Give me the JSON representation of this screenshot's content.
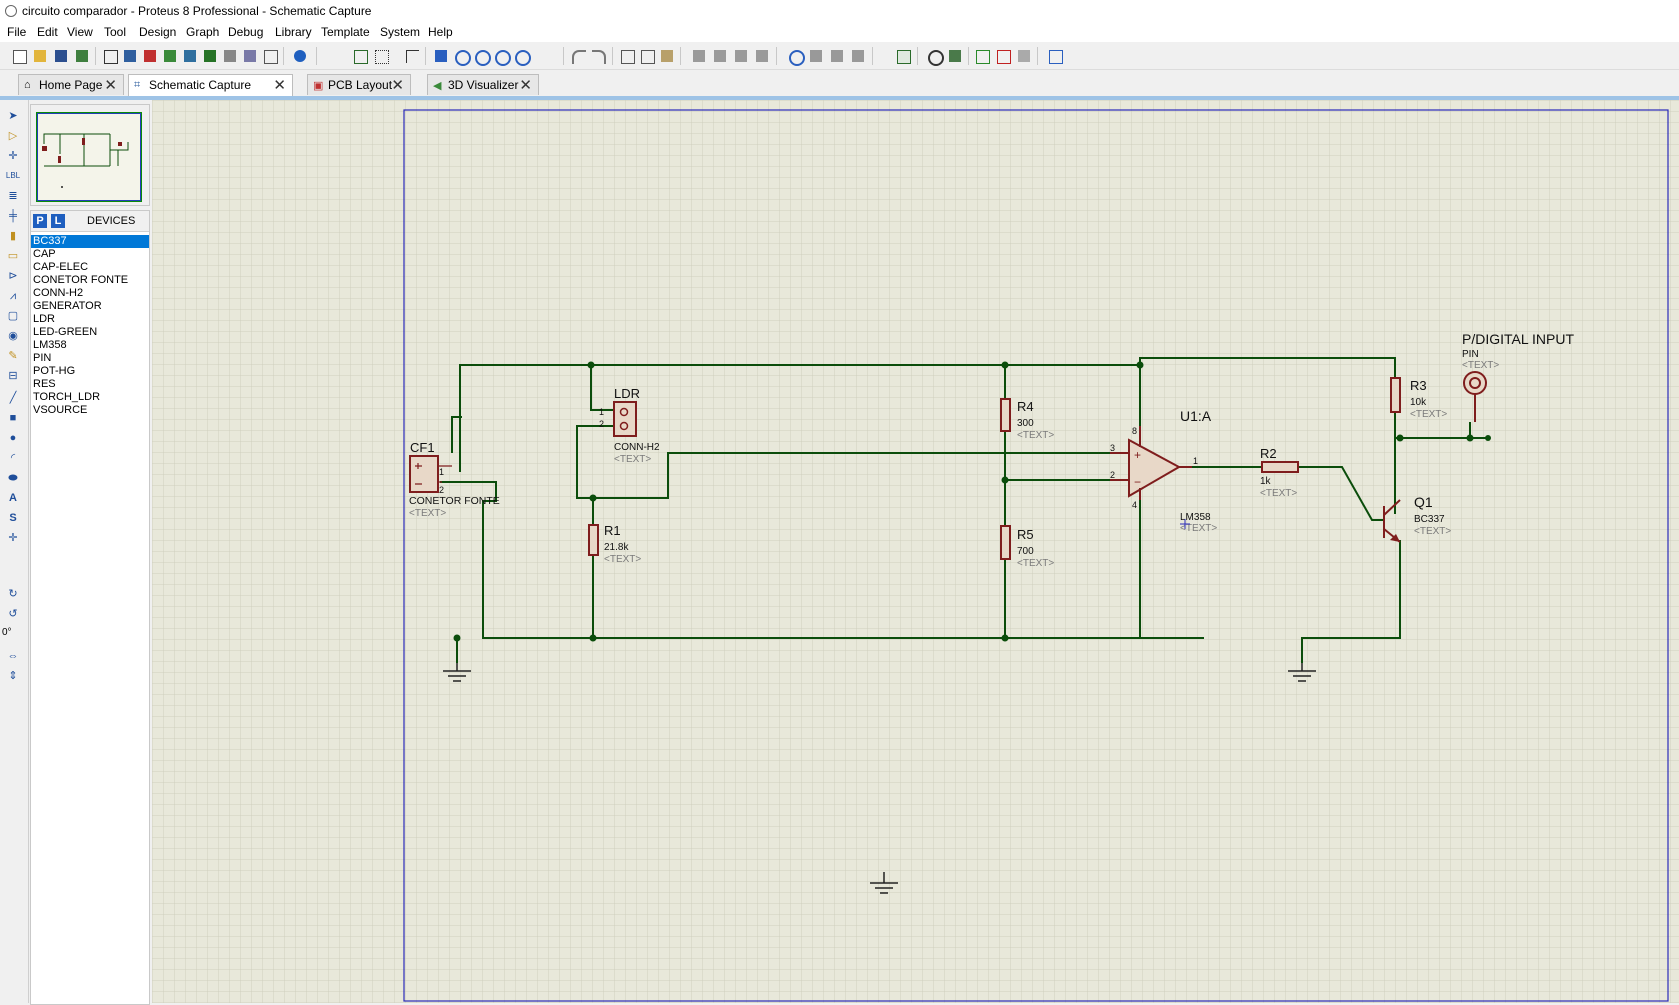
{
  "window": {
    "title": "circuito comparador - Proteus 8 Professional - Schematic Capture"
  },
  "menu": [
    "File",
    "Edit",
    "View",
    "Tool",
    "Design",
    "Graph",
    "Debug",
    "Library",
    "Template",
    "System",
    "Help"
  ],
  "tabs": [
    {
      "label": "Home Page",
      "icon": "home-icon"
    },
    {
      "label": "Schematic Capture",
      "icon": "schematic-icon",
      "active": true
    },
    {
      "label": "PCB Layout",
      "icon": "pcb-icon"
    },
    {
      "label": "3D Visualizer",
      "icon": "3d-icon"
    }
  ],
  "devices": {
    "p_label": "P",
    "l_label": "L",
    "title": "DEVICES",
    "items": [
      "BC337",
      "CAP",
      "CAP-ELEC",
      "CONETOR FONTE",
      "CONN-H2",
      "GENERATOR",
      "LDR",
      "LED-GREEN",
      "LM358",
      "PIN",
      "POT-HG",
      "RES",
      "TORCH_LDR",
      "VSOURCE"
    ],
    "selected": "BC337"
  },
  "rotation": "0°",
  "schematic": {
    "cf1": {
      "ref": "CF1",
      "value": "CONETOR FONTE",
      "text": "<TEXT>",
      "pin1": "1",
      "pin2": "2"
    },
    "ldr": {
      "ref": "LDR",
      "value": "CONN-H2",
      "text": "<TEXT>",
      "pin1": "1",
      "pin2": "2"
    },
    "r1": {
      "ref": "R1",
      "value": "21.8k",
      "text": "<TEXT>"
    },
    "r4": {
      "ref": "R4",
      "value": "300",
      "text": "<TEXT>"
    },
    "r5": {
      "ref": "R5",
      "value": "700",
      "text": "<TEXT>"
    },
    "u1": {
      "ref": "U1:A",
      "value": "LM358",
      "text": "<TEXT>",
      "pin3": "3",
      "pin2": "2",
      "pin1": "1",
      "pin8": "8",
      "pin4": "4",
      "plus": "+",
      "minus": "−"
    },
    "r2": {
      "ref": "R2",
      "value": "1k",
      "text": "<TEXT>"
    },
    "r3": {
      "ref": "R3",
      "value": "10k",
      "text": "<TEXT>"
    },
    "q1": {
      "ref": "Q1",
      "value": "BC337",
      "text": "<TEXT>"
    },
    "pin": {
      "ref": "P/DIGITAL INPUT",
      "value": "PIN",
      "text": "<TEXT>"
    }
  },
  "colors": {
    "wire": "#0b4d0b",
    "component": "#7f1d1d",
    "sheet_border": "#2a2ab8",
    "grid": "#cfcfbe",
    "canvas": "#e8e8da"
  }
}
